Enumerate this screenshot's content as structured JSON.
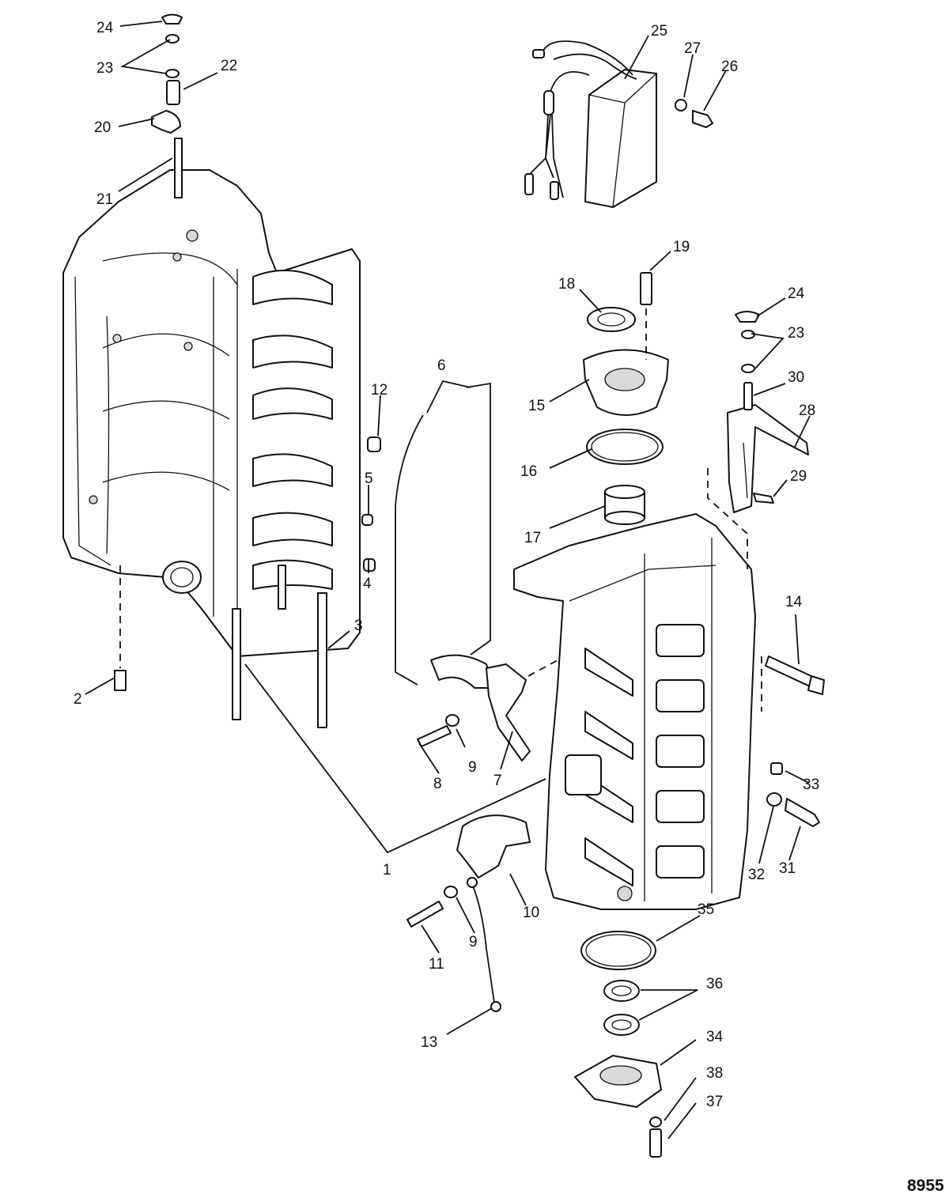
{
  "figure_number": "8955",
  "callouts": [
    {
      "id": "c24a",
      "text": "24"
    },
    {
      "id": "c23a",
      "text": "23"
    },
    {
      "id": "c22",
      "text": "22"
    },
    {
      "id": "c20",
      "text": "20"
    },
    {
      "id": "c21",
      "text": "21"
    },
    {
      "id": "c25",
      "text": "25"
    },
    {
      "id": "c27",
      "text": "27"
    },
    {
      "id": "c26",
      "text": "26"
    },
    {
      "id": "c19",
      "text": "19"
    },
    {
      "id": "c18",
      "text": "18"
    },
    {
      "id": "c24b",
      "text": "24"
    },
    {
      "id": "c23b",
      "text": "23"
    },
    {
      "id": "c30",
      "text": "30"
    },
    {
      "id": "c6",
      "text": "6"
    },
    {
      "id": "c15",
      "text": "15"
    },
    {
      "id": "c12",
      "text": "12"
    },
    {
      "id": "c28",
      "text": "28"
    },
    {
      "id": "c16",
      "text": "16"
    },
    {
      "id": "c29",
      "text": "29"
    },
    {
      "id": "c5",
      "text": "5"
    },
    {
      "id": "c17",
      "text": "17"
    },
    {
      "id": "c4",
      "text": "4"
    },
    {
      "id": "c14",
      "text": "14"
    },
    {
      "id": "c3",
      "text": "3"
    },
    {
      "id": "c2",
      "text": "2"
    },
    {
      "id": "c9a",
      "text": "9"
    },
    {
      "id": "c8",
      "text": "8"
    },
    {
      "id": "c7",
      "text": "7"
    },
    {
      "id": "c33",
      "text": "33"
    },
    {
      "id": "c1",
      "text": "1"
    },
    {
      "id": "c32",
      "text": "32"
    },
    {
      "id": "c31",
      "text": "31"
    },
    {
      "id": "c10",
      "text": "10"
    },
    {
      "id": "c35",
      "text": "35"
    },
    {
      "id": "c11",
      "text": "11"
    },
    {
      "id": "c9b",
      "text": "9"
    },
    {
      "id": "c36",
      "text": "36"
    },
    {
      "id": "c13",
      "text": "13"
    },
    {
      "id": "c34",
      "text": "34"
    },
    {
      "id": "c38",
      "text": "38"
    },
    {
      "id": "c37",
      "text": "37"
    }
  ]
}
